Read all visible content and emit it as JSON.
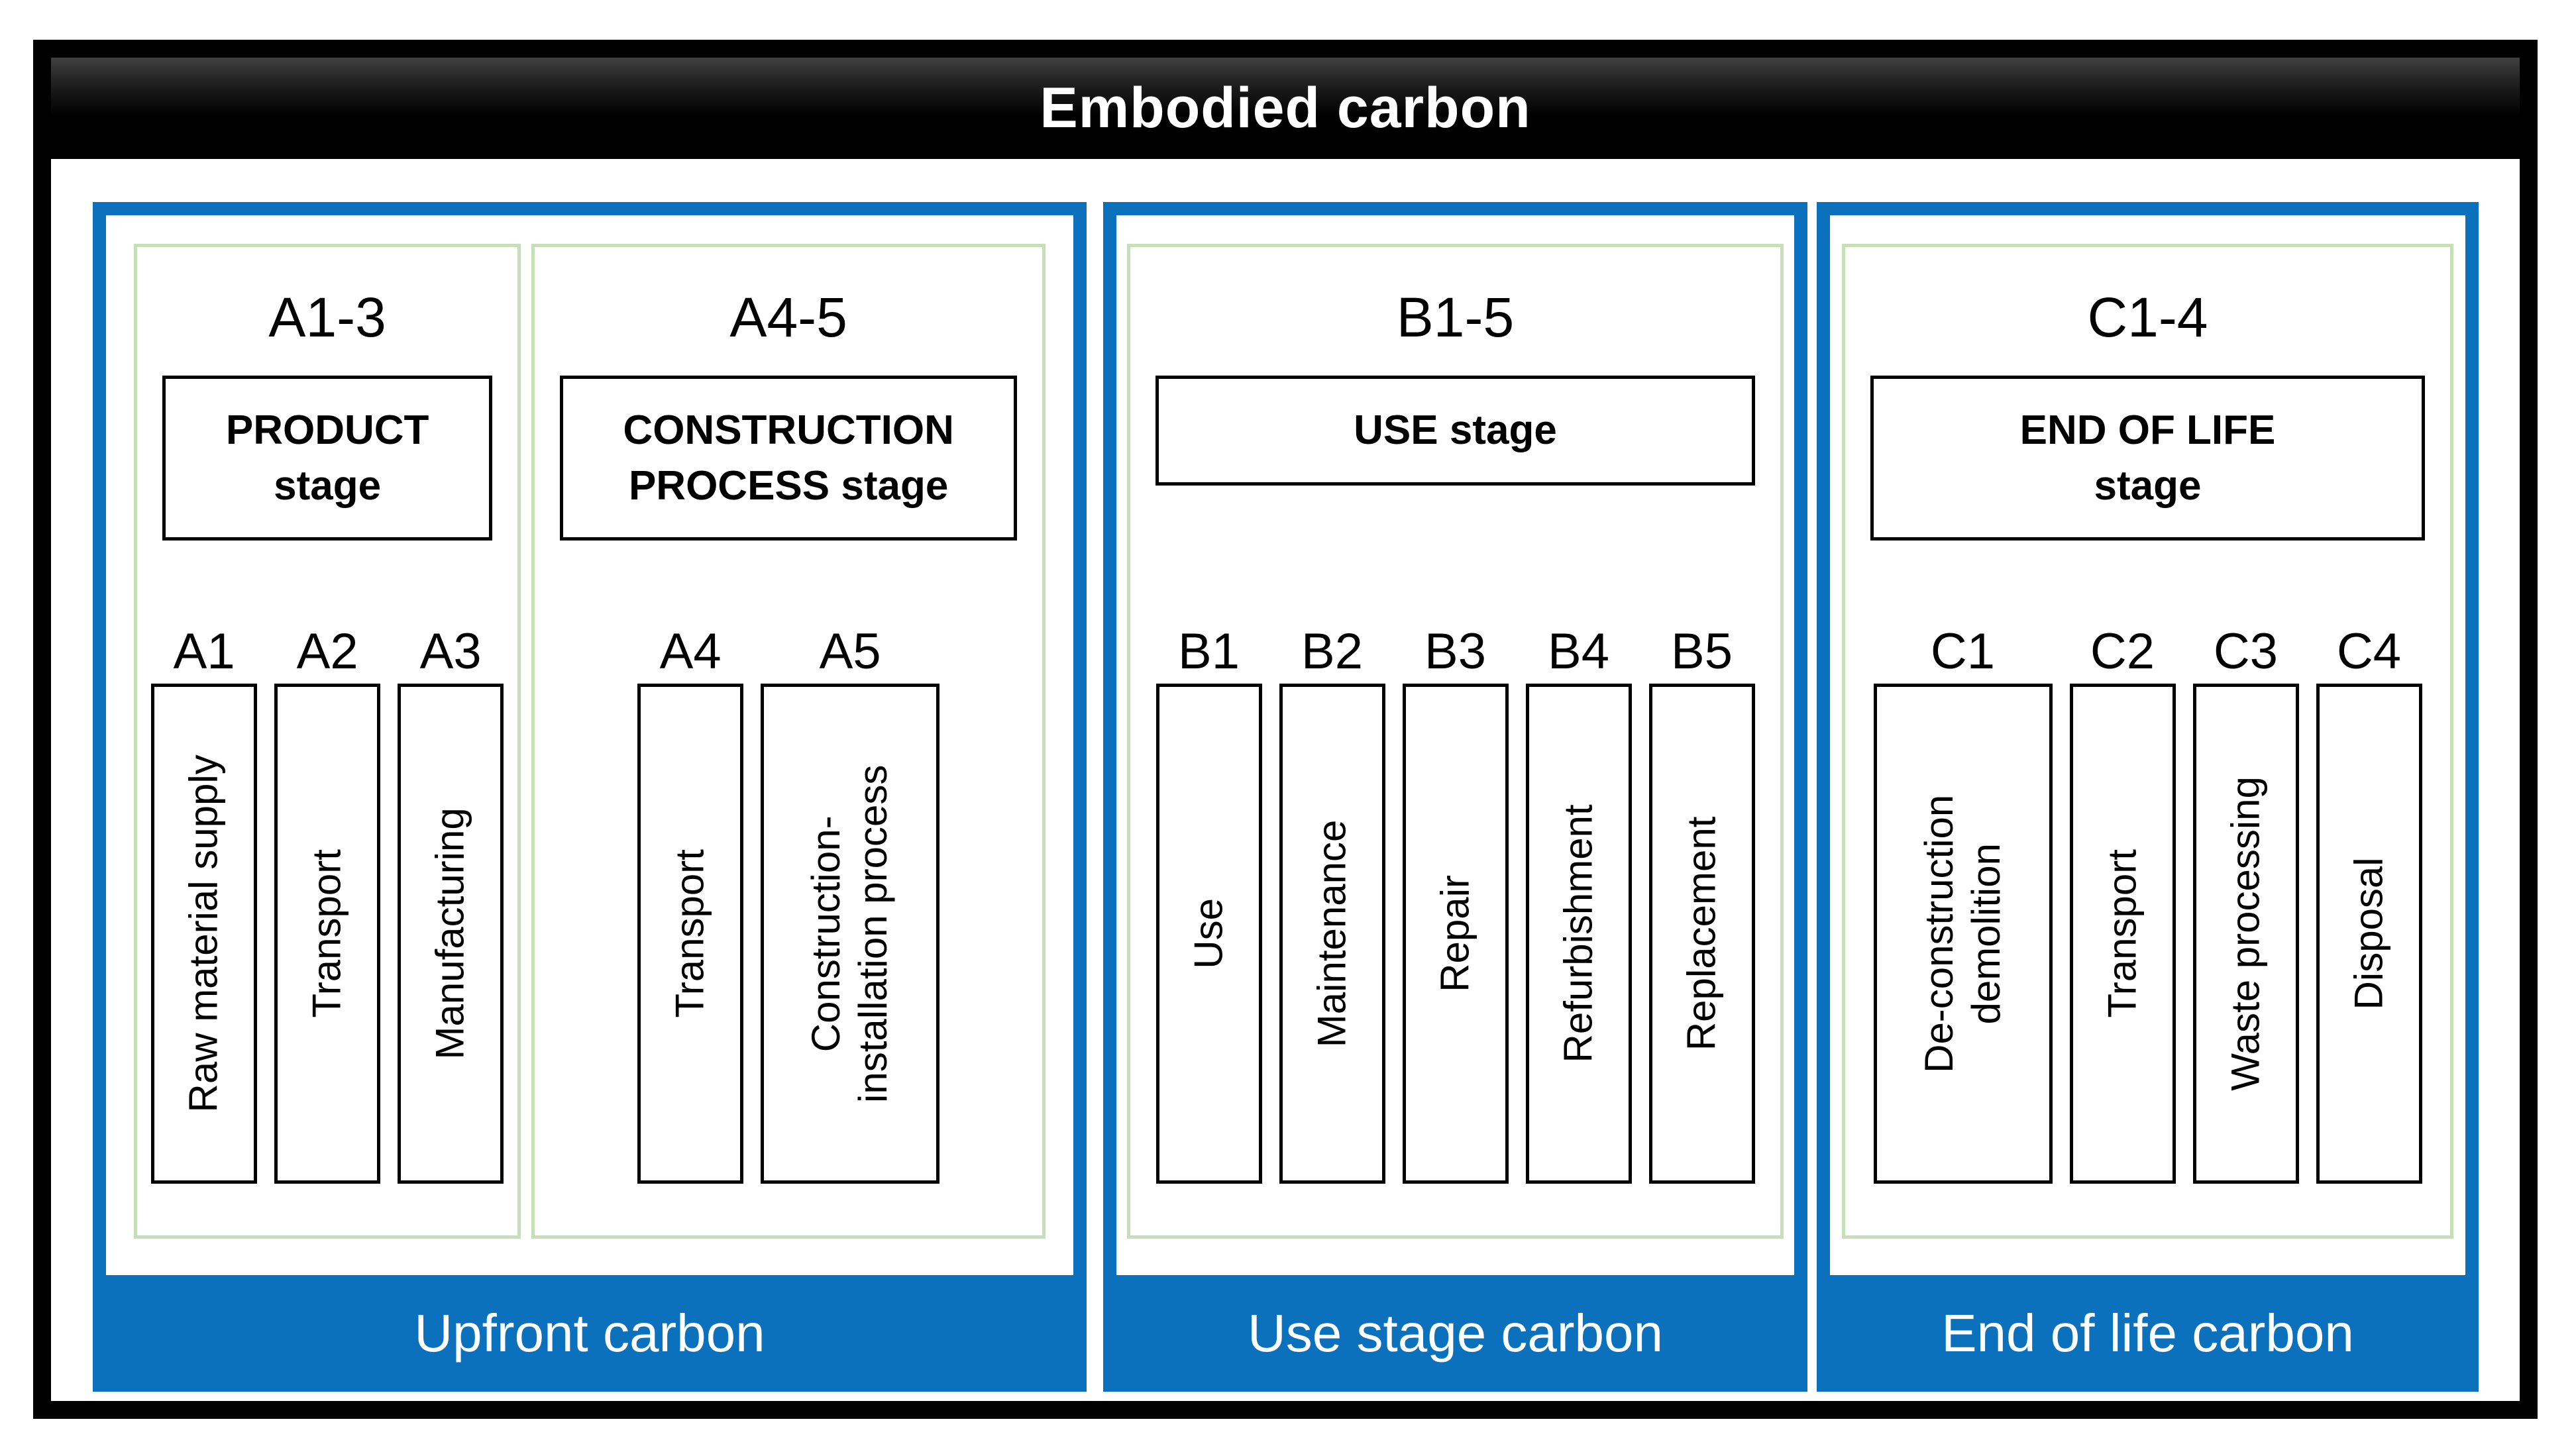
{
  "title": "Embodied carbon",
  "colors": {
    "accent_blue": "#0b71bd",
    "pale_green_border": "#c6dfb6",
    "banner_text": "#ffffff",
    "title_background": "#000000"
  },
  "sections": [
    {
      "banner": "Upfront carbon",
      "groups": [
        {
          "range_label": "A1-3",
          "stage_label": "PRODUCT\nstage",
          "columns": [
            {
              "id": "A1",
              "label": "Raw material supply"
            },
            {
              "id": "A2",
              "label": "Transport"
            },
            {
              "id": "A3",
              "label": "Manufacturing"
            }
          ]
        },
        {
          "range_label": "A4-5",
          "stage_label": "CONSTRUCTION\nPROCESS stage",
          "columns": [
            {
              "id": "A4",
              "label": "Transport"
            },
            {
              "id": "A5",
              "label": "Construction-\ninstallation process"
            }
          ]
        }
      ]
    },
    {
      "banner": "Use stage carbon",
      "groups": [
        {
          "range_label": "B1-5",
          "stage_label": "USE stage",
          "columns": [
            {
              "id": "B1",
              "label": "Use"
            },
            {
              "id": "B2",
              "label": "Maintenance"
            },
            {
              "id": "B3",
              "label": "Repair"
            },
            {
              "id": "B4",
              "label": "Refurbishment"
            },
            {
              "id": "B5",
              "label": "Replacement"
            }
          ]
        }
      ]
    },
    {
      "banner": "End of life carbon",
      "groups": [
        {
          "range_label": "C1-4",
          "stage_label": "END OF LIFE\nstage",
          "columns": [
            {
              "id": "C1",
              "label": "De-construction\ndemolition"
            },
            {
              "id": "C2",
              "label": "Transport"
            },
            {
              "id": "C3",
              "label": "Waste processing"
            },
            {
              "id": "C4",
              "label": "Disposal"
            }
          ]
        }
      ]
    }
  ]
}
